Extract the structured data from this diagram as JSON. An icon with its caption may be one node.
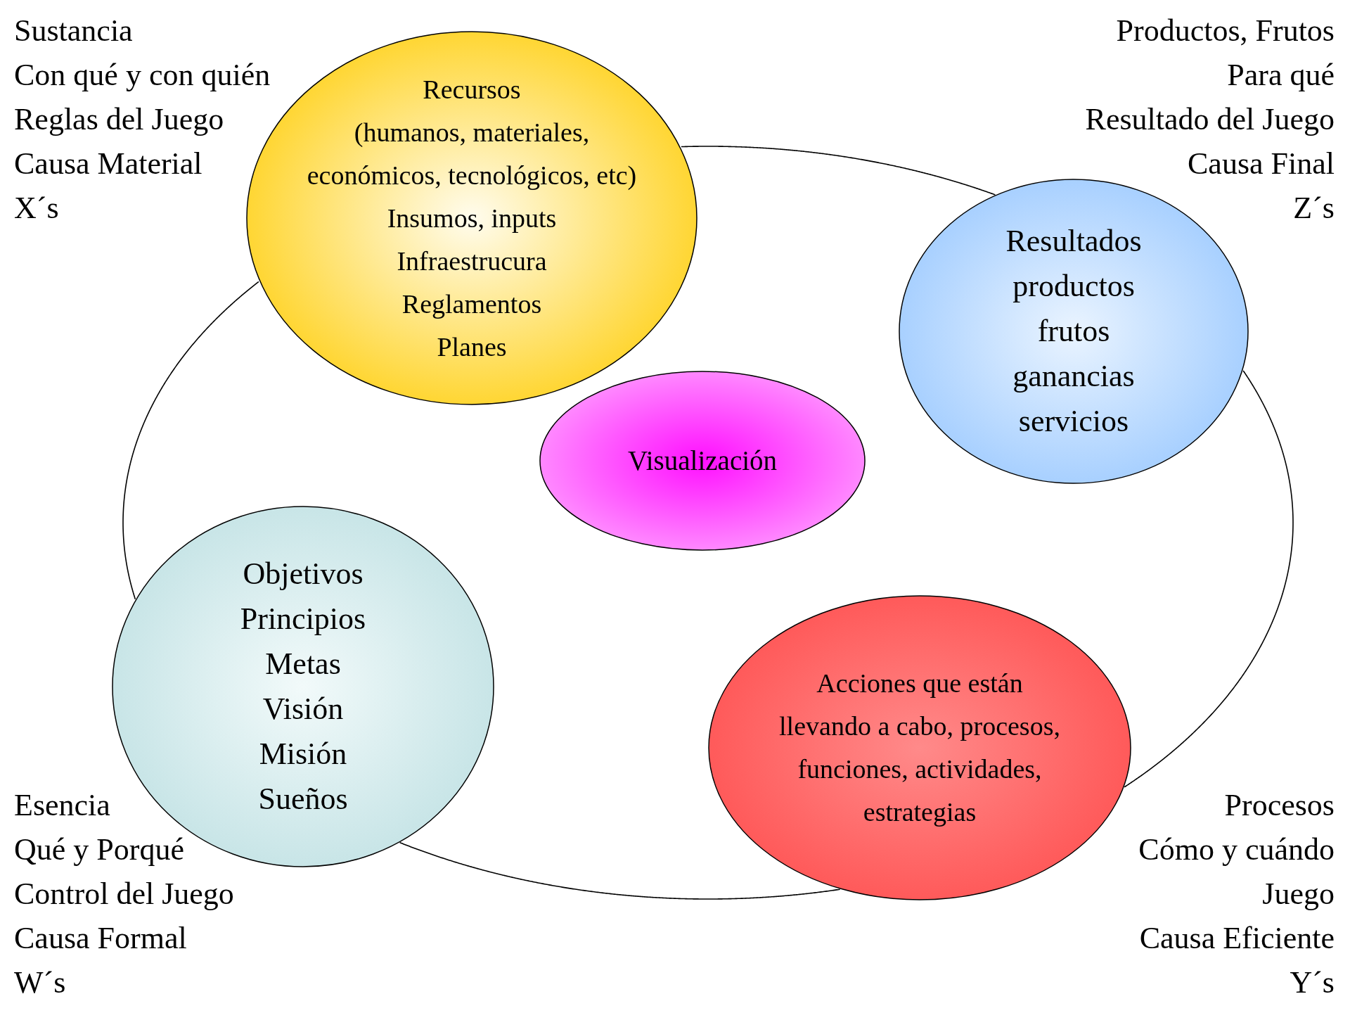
{
  "diagram": {
    "nodes": [
      {
        "text": [
          "Recursos",
          "(humanos, materiales, económicos, tecnológicos, etc)",
          "Insumos, inputs",
          "Infraestrucura",
          "Reglamentos",
          "Planes"
        ]
      },
      {
        "text": [
          "Resultados",
          "productos",
          "frutos",
          "ganancias",
          "servicios"
        ]
      },
      {
        "text": [
          "Visualización"
        ]
      },
      {
        "text": [
          "Objetivos",
          "Principios",
          "Metas",
          "Visión",
          "Misión",
          "Sueños"
        ]
      },
      {
        "text": [
          "Acciones que están llevando a cabo, procesos, funciones, actividades, estrategias"
        ]
      }
    ],
    "edges": [
      {
        "from": 0,
        "to": 1,
        "arrow": "none"
      },
      {
        "from": 1,
        "to": 4,
        "arrow": "none"
      },
      {
        "from": 4,
        "to": 3,
        "arrow": "none"
      },
      {
        "from": 3,
        "to": 0,
        "arrow": "none"
      }
    ],
    "labels": [
      "Sustancia",
      "Con qué y con quién",
      "Reglas del Juego",
      "Causa Material",
      "X´s",
      "Productos, Frutos",
      "Para qué",
      "Resultado del Juego",
      "Causa Final",
      "Z´s",
      "Esencia",
      "Qué y Porqué",
      "Control del Juego",
      "Causa Formal",
      "W´s",
      "Procesos",
      "Cómo y cuándo",
      "Juego",
      "Causa Eficiente",
      "Y´s"
    ]
  }
}
